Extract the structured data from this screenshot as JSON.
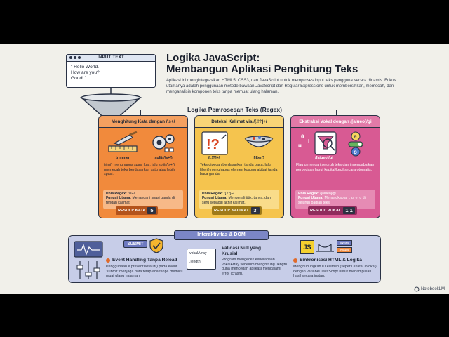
{
  "input_window": {
    "title": "INPUT TEXT",
    "lines": [
      "\" Hello World.",
      "How are you?",
      "Good! \""
    ]
  },
  "header": {
    "title_line1": "Logika JavaScript:",
    "title_line2": "Membangun Aplikasi Penghitung Teks",
    "intro": "Aplikasi ini mengintegrasikan HTML5, CSS3, dan JavaScript untuk memproses input teks pengguna secara dinamis. Fokus utamanya adalah penggunaan metode bawaan JavaScript dan Regular Expressions untuk membersihkan, memecah, dan menganalisis komponen teks tanpa memuat ulang halaman."
  },
  "flow_label": "Logika Pemrosesan Teks (Regex)",
  "cards": [
    {
      "title": "Menghitung Kata dengan /\\s+/",
      "cap_left": "trimmer",
      "cap_right": "split(/\\s+/)",
      "desc": "trim() menghapus spasi luar, lalu split(/\\s+/) memecah teks berdasarkan satu atau lebih spasi.",
      "pola_label": "Pola Regex:",
      "pola_value": "/\\s+/",
      "fungsi_label": "Fungsi Utama:",
      "fungsi_value": "Menangani spasi ganda di tengah kalimat.",
      "result_label": "RESULT: KATA",
      "result_value": "5"
    },
    {
      "title": "Deteksi Kalimat via /[.!?]+/",
      "cap_left": "/[.!?]+/",
      "cap_right": "filter()",
      "desc": "Teks dipecah berdasarkan tanda baca, lalu filter() menghapus elemen kosong akibat tanda baca ganda.",
      "pola_label": "Pola Regex:",
      "pola_value": "/[.!?]+/",
      "fungsi_label": "Fungsi Utama:",
      "fungsi_value": "Mengenali titik, tanya, dan seru sebagai akhir kalimat.",
      "result_label": "RESULT: KALIMAT",
      "result_value": "3"
    },
    {
      "title": "Ekstraksi Vokal dengan /[aiueo]/gi",
      "cap_left": "/[aiueo]/gi",
      "cap_right": "",
      "desc": "Flag g mencari seluruh teks dan i mengabaikan perbedaan huruf kapital/kecil secara otomatis.",
      "pola_label": "Pola Regex:",
      "pola_value": "/[aiueo]/gi",
      "fungsi_label": "Fungsi Utama:",
      "fungsi_value": "Menangkap a, i, u, e, o di seluruh bagian teks.",
      "result_label": "RESULT: VOKAL",
      "result_value": "1 1"
    }
  ],
  "panel": {
    "title": "Interaktivitas & DOM",
    "submit_label": "SUBMIT",
    "item1_title": "Event Handling Tanpa Reload",
    "item1_text": "Penggunaan e.preventDefault() pada event 'submit' menjaga data tetap ada tanpa memicu muat ulang halaman.",
    "list_a": "vokalArray",
    "list_b": ".length",
    "item2_title": "Validasi Null yang Krusial",
    "item2_text": "Program mengecek keberadaan vokalArray sebelum menghitung .length guna mencegah aplikasi mengalami error (crash).",
    "js_badge": "JS",
    "tag1": "#kata",
    "tag2": "#vokal",
    "item3_title": "Sinkronisasi HTML & Logika",
    "item3_text": "Menghubungkan ID elemen (seperti #kata, #vokal) dengan variabel JavaScript untuk menampilkan hasil secara instan."
  },
  "watermark": "NotebookLM",
  "colors": {
    "orange": "#f18a3c",
    "yellow": "#f5c44e",
    "pink": "#d85a93",
    "panel": "#c7cde8"
  }
}
